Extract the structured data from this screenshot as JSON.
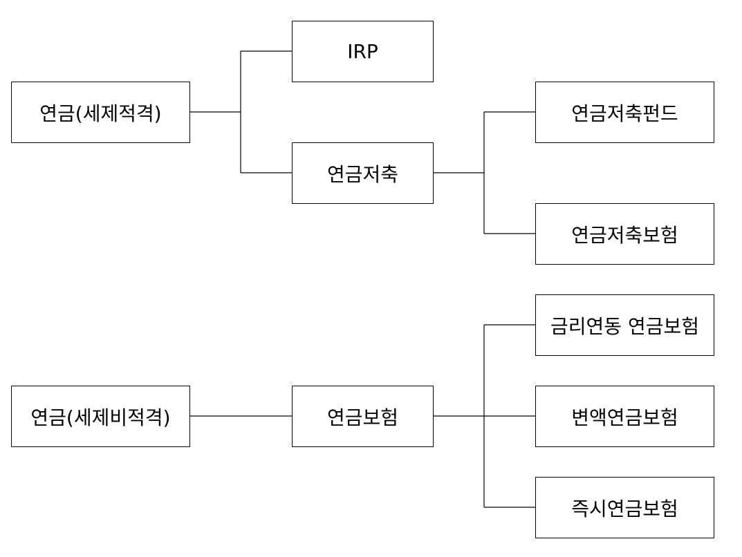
{
  "tree_top": {
    "root": "연금(세제적격)",
    "irp": "IRP",
    "savings": "연금저축",
    "savings_fund": "연금저축펀드",
    "savings_insurance": "연금저축보험"
  },
  "tree_bottom": {
    "root": "연금(세제비적격)",
    "insurance": "연금보험",
    "fixed_rate": "금리연동 연금보험",
    "variable": "변액연금보험",
    "immediate": "즉시연금보험"
  }
}
